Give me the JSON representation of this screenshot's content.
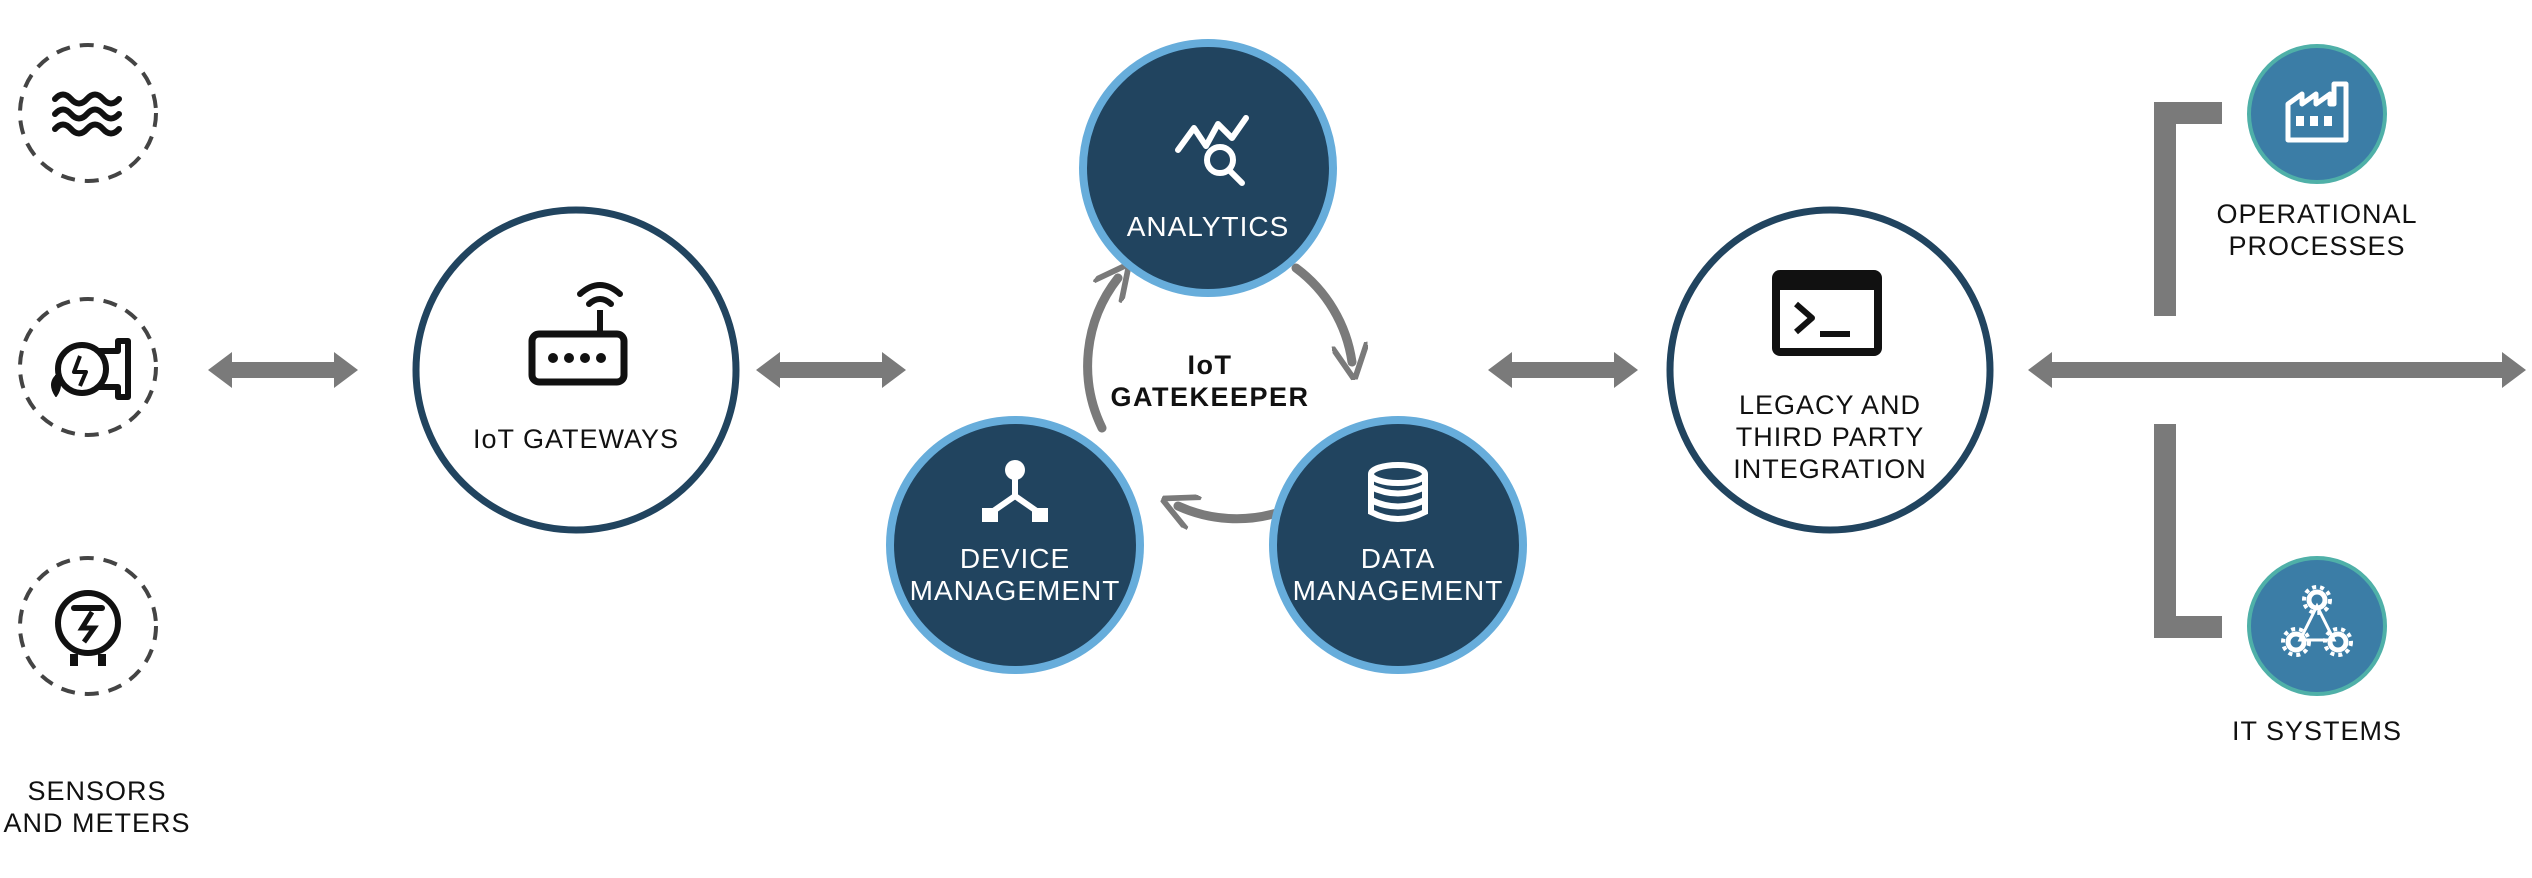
{
  "labels": {
    "sensors_line1": "SENSORS",
    "sensors_line2": "AND METERS",
    "gateways": "IoT GATEWAYS",
    "gatekeeper_line1": "IoT",
    "gatekeeper_line2": "GATEKEEPER",
    "analytics": "ANALYTICS",
    "device_line1": "DEVICE",
    "device_line2": "MANAGEMENT",
    "data_line1": "DATA",
    "data_line2": "MANAGEMENT",
    "legacy_line1": "LEGACY AND",
    "legacy_line2": "THIRD PARTY",
    "legacy_line3": "INTEGRATION",
    "operational_line1": "OPERATIONAL",
    "operational_line2": "PROCESSES",
    "it_systems": "IT SYSTEMS"
  },
  "icons": {
    "sensor_1": "water-waves-icon",
    "sensor_2": "water-pump-icon",
    "sensor_3": "meter-icon",
    "gateway": "wifi-router-icon",
    "analytics": "chart-search-icon",
    "device": "device-tree-icon",
    "data": "database-icon",
    "legacy": "terminal-icon",
    "operational": "factory-icon",
    "it_systems": "gears-network-icon"
  },
  "colors": {
    "navy": "#21445f",
    "ring_blue": "#67addb",
    "teal": "#3b7da6",
    "teal_ring": "#4fb0a8",
    "arrow_gray": "#7a7a7a",
    "dashed_gray": "#444444"
  }
}
